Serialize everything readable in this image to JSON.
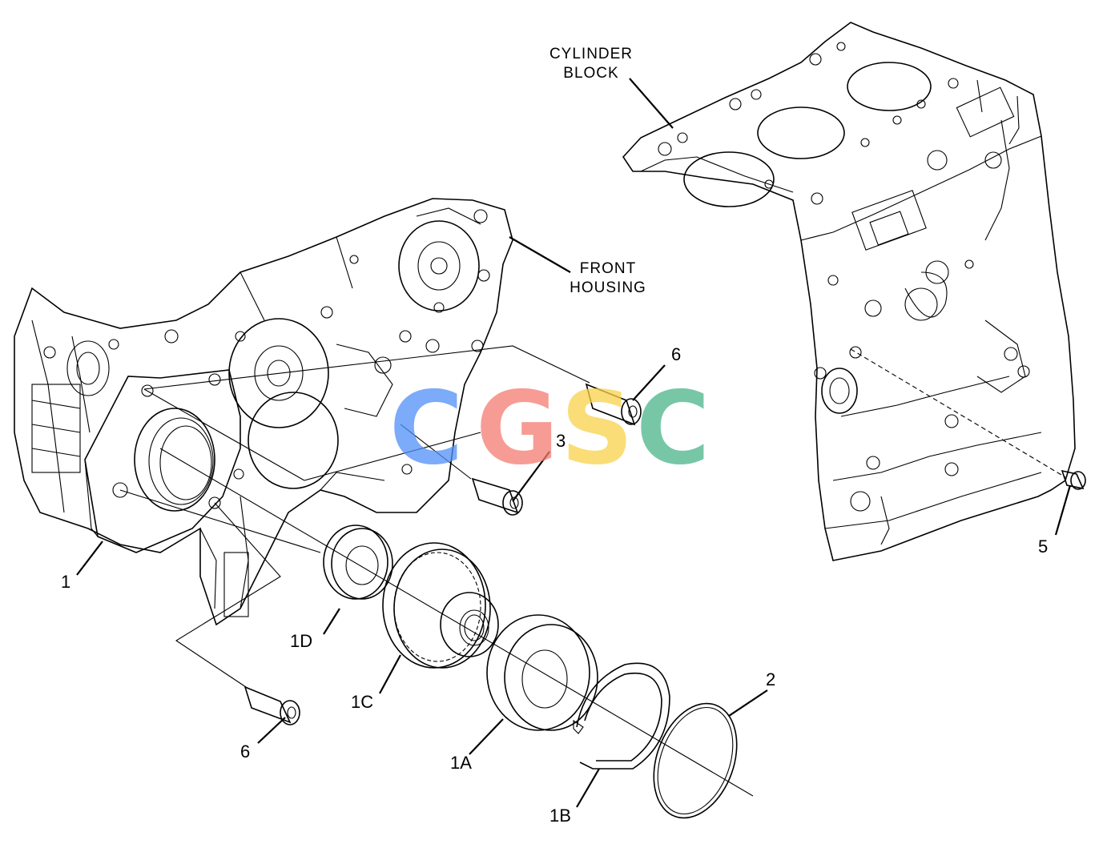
{
  "labels": {
    "cylinder_block_line1": "CYLINDER",
    "cylinder_block_line2": "BLOCK",
    "front_housing_line1": "FRONT",
    "front_housing_line2": "HOUSING",
    "part_1": "1",
    "part_1a": "1A",
    "part_1b": "1B",
    "part_1c": "1C",
    "part_1d": "1D",
    "part_2": "2",
    "part_3": "3",
    "part_5": "5",
    "part_6_top": "6",
    "part_6_bottom": "6"
  },
  "watermark": {
    "letters": [
      "C",
      "G",
      "S",
      "C"
    ],
    "colors": [
      "#4f8ff7",
      "#f47b72",
      "#f9d24a",
      "#4ab58a"
    ]
  }
}
